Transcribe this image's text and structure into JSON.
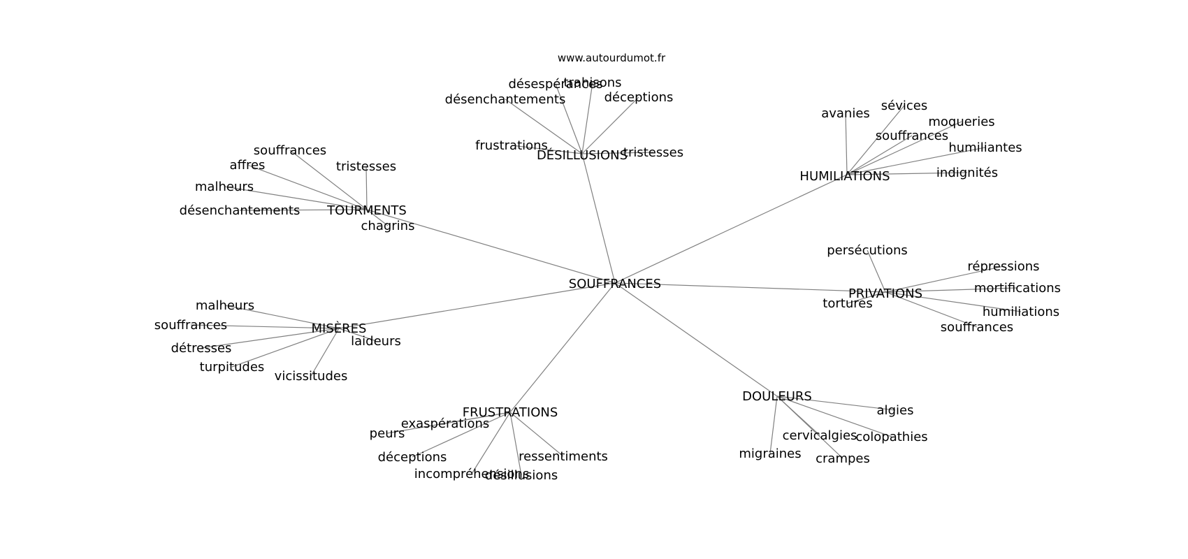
{
  "site": "www.autourdumot.fr",
  "root": "SOUFFRANCES",
  "groups": [
    {
      "id": "desillusions",
      "label": "DÉSILLUSIONS",
      "words": [
        "désespérances",
        "trahisons",
        "désenchantements",
        "déceptions",
        "frustrations",
        "tristesses"
      ]
    },
    {
      "id": "humiliations",
      "label": "HUMILIATIONS",
      "words": [
        "avanies",
        "sévices",
        "moqueries",
        "souffrances",
        "humiliantes",
        "indignités"
      ]
    },
    {
      "id": "tourments",
      "label": "TOURMENTS",
      "words": [
        "souffrances",
        "affres",
        "tristesses",
        "malheurs",
        "désenchantements",
        "chagrins"
      ]
    },
    {
      "id": "privations",
      "label": "PRIVATIONS",
      "words": [
        "persécutions",
        "répressions",
        "mortifications",
        "tortures",
        "humiliations",
        "souffrances"
      ]
    },
    {
      "id": "miseres",
      "label": "MISÈRES",
      "words": [
        "malheurs",
        "souffrances",
        "laideurs",
        "détresses",
        "turpitudes",
        "vicissitudes"
      ]
    },
    {
      "id": "douleurs",
      "label": "DOULEURS",
      "words": [
        "algies",
        "cervicalgies",
        "colopathies",
        "migraines",
        "crampes"
      ]
    },
    {
      "id": "frustrations",
      "label": "FRUSTRATIONS",
      "words": [
        "exaspérations",
        "peurs",
        "déceptions",
        "ressentiments",
        "incompréhensions",
        "désillusions"
      ]
    }
  ]
}
